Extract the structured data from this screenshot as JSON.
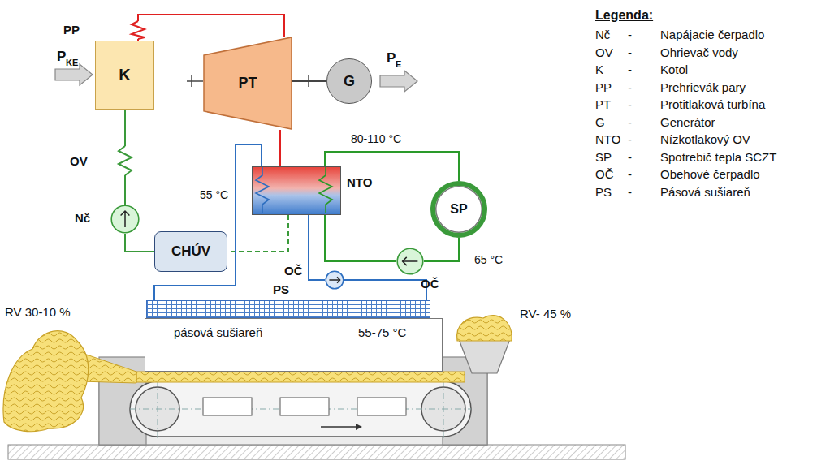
{
  "diagram": {
    "nodes": [
      {
        "text": [
          "K"
        ]
      },
      {
        "text": [
          "PT"
        ]
      },
      {
        "text": [
          "G"
        ]
      },
      {
        "text": [
          "NTO"
        ]
      },
      {
        "text": [
          "SP"
        ]
      },
      {
        "text": [
          "Nč"
        ]
      },
      {
        "text": [
          "CHÚV"
        ]
      },
      {
        "text": [
          "OČ"
        ]
      },
      {
        "text": [
          "OČ"
        ]
      },
      {
        "text": [
          "PS"
        ]
      },
      {
        "text": [
          "pásová sušiareň",
          "55-75 °C"
        ]
      }
    ],
    "edges": [
      {
        "from": 0,
        "to": 1,
        "arrow": "none"
      },
      {
        "from": 1,
        "to": 2,
        "arrow": "none"
      },
      {
        "from": 1,
        "to": 3,
        "arrow": "none"
      },
      {
        "from": 3,
        "to": 4,
        "arrow": "none"
      },
      {
        "from": 4,
        "to": 7,
        "arrow": "none"
      },
      {
        "from": 7,
        "to": 3,
        "arrow": "none"
      },
      {
        "from": 3,
        "to": 6,
        "arrow": "none"
      },
      {
        "from": 6,
        "to": 5,
        "arrow": "none"
      },
      {
        "from": 5,
        "to": 0,
        "arrow": "none"
      },
      {
        "from": 3,
        "to": 9,
        "arrow": "none"
      },
      {
        "from": 9,
        "to": 8,
        "arrow": "none"
      },
      {
        "from": 8,
        "to": 3,
        "arrow": "none"
      }
    ],
    "labels": [
      "PP",
      "P",
      "KE",
      "OV",
      "P",
      "E",
      "80-110 °C",
      "55 °C",
      "65 °C",
      "RV- 45 %",
      "RV 30-10 %",
      "Legenda:"
    ],
    "legend": [
      {
        "text": "Nč\t-\tNapájacie čerpadlo"
      },
      {
        "text": "OV\t-\tOhrievač vody"
      },
      {
        "text": "K\t-\tKotol"
      },
      {
        "text": "PP\t-\tPrehrievák pary"
      },
      {
        "text": "PT\t-\tProtitlaková turbína"
      },
      {
        "text": "G\t-\tGenerátor"
      },
      {
        "text": "NTO\t-\tNízkotlakový OV"
      },
      {
        "text": "SP\t-\tSpotrebič tepla SCZT"
      },
      {
        "text": "OČ\t-\tObehové čerpadlo"
      },
      {
        "text": "PS\t-\tPásová sušiareň"
      }
    ]
  }
}
